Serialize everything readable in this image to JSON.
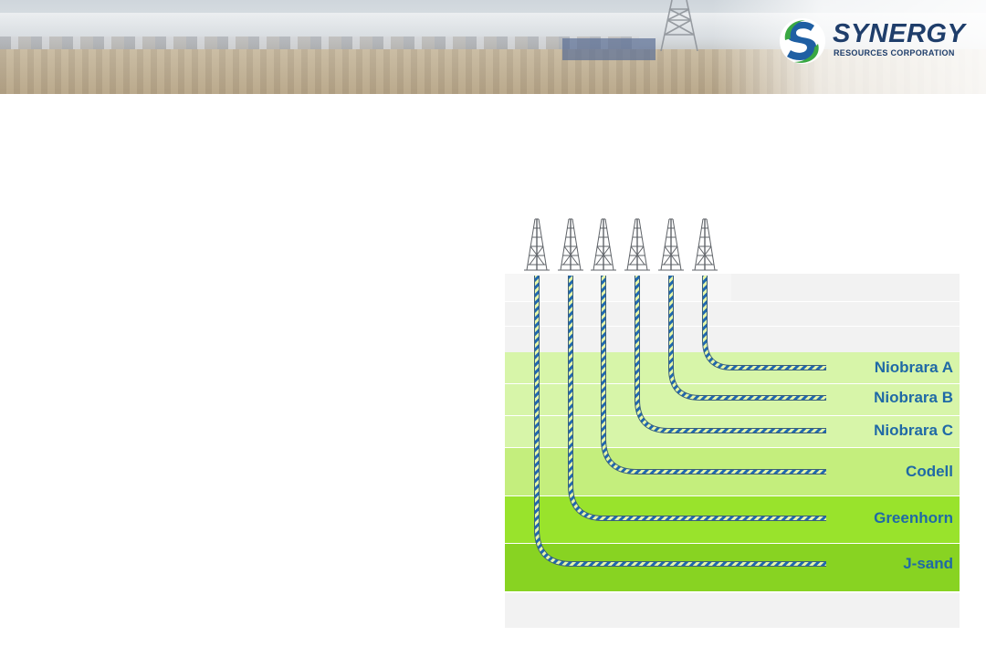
{
  "header": {
    "logo": {
      "brand": "SYNERGY",
      "tagline": "RESOURCES CORPORATION",
      "colors": {
        "blue": "#1f5fa3",
        "green": "#3aa843",
        "navy": "#1f3e6b"
      }
    }
  },
  "diagram": {
    "wells": [
      {
        "target": "J-sand"
      },
      {
        "target": "Greenhorn"
      },
      {
        "target": "Codell"
      },
      {
        "target": "Niobrara C"
      },
      {
        "target": "Niobrara B"
      },
      {
        "target": "Niobrara A"
      }
    ],
    "layers": [
      {
        "id": "niobrara-a",
        "label": "Niobrara A",
        "color": "#d7f5a9"
      },
      {
        "id": "niobrara-b",
        "label": "Niobrara B",
        "color": "#d7f5a9"
      },
      {
        "id": "niobrara-c",
        "label": "Niobrara C",
        "color": "#d7f5a9"
      },
      {
        "id": "codell",
        "label": "Codell",
        "color": "#c4ee7d"
      },
      {
        "id": "greenhorn",
        "label": "Greenhorn",
        "color": "#99e32c"
      },
      {
        "id": "j-sand",
        "label": "J-sand",
        "color": "#88d322"
      }
    ],
    "background_band_color": "#f2f2f2",
    "label_color": "#1f69a6",
    "wellbore_colors": {
      "stripe_a": "#1f68b0",
      "stripe_b": "#e8f7a8"
    }
  }
}
